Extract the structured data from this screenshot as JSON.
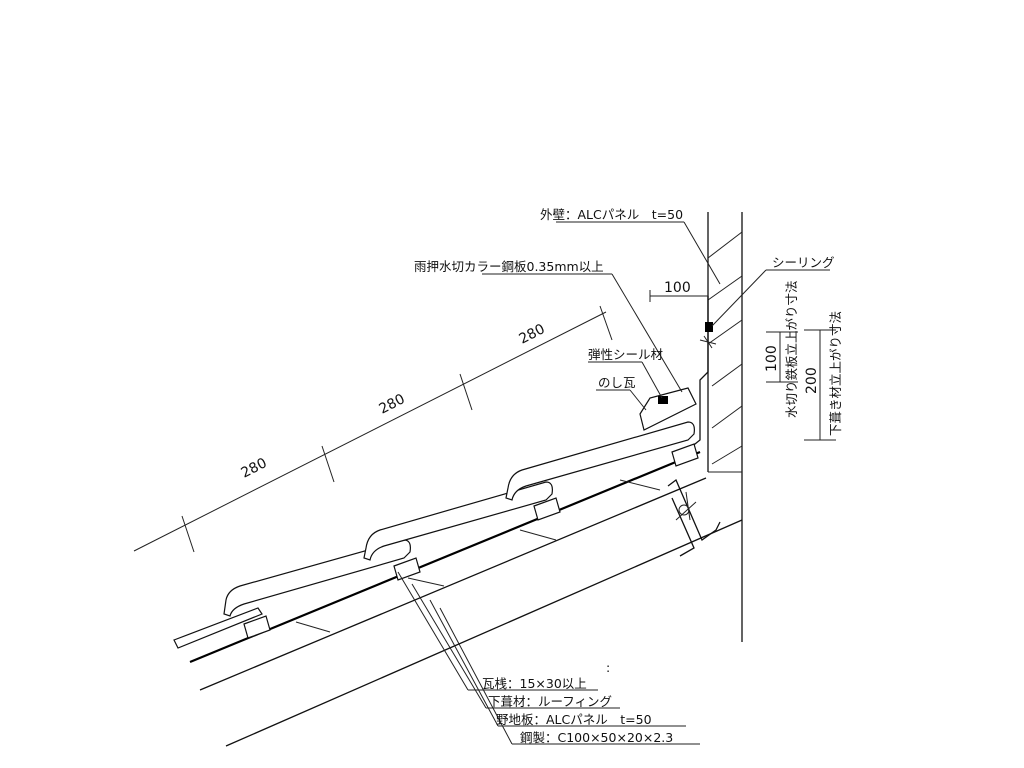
{
  "labels": {
    "outer_wall": "外壁：ALCパネル　t=50",
    "flashing": "雨押水切カラー鋼板0.35mm以上",
    "sealing": "シーリング",
    "elastic_seal": "弾性シール材",
    "ridge_tile": "のし瓦",
    "batten": "瓦桟：15×30以上",
    "underlay": "下葺材：ルーフィング",
    "sheathing": "野地板：ALCパネル　t=50",
    "steel": "鋼製：C100×50×20×2.3",
    "colon": ":"
  },
  "dimensions": {
    "tile_pitch_1": "280",
    "tile_pitch_2": "280",
    "tile_pitch_3": "280",
    "wall_offset": "100",
    "flashing_rise": "100",
    "underlay_rise": "200",
    "flashing_rise_label": "水切り鉄板立上がり寸法",
    "underlay_rise_label": "下葺き材立上がり寸法"
  }
}
